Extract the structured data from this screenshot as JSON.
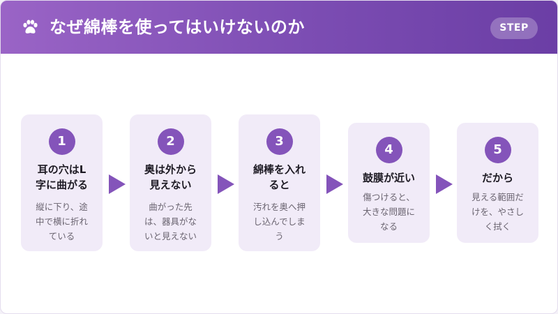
{
  "header": {
    "title": "なぜ綿棒を使ってはいけないのか",
    "badge": "STEP",
    "icon": "paw-icon"
  },
  "steps": [
    {
      "number": "1",
      "title_line1": "耳の穴はL",
      "title_line2": "字に曲がる",
      "desc_line1": "縦に下り、途",
      "desc_line2": "中で横に折れ",
      "desc_line3": "ている"
    },
    {
      "number": "2",
      "title_line1": "奥は外から",
      "title_line2": "見えない",
      "desc_line1": "曲がった先",
      "desc_line2": "は、器具がな",
      "desc_line3": "いと見えない"
    },
    {
      "number": "3",
      "title_line1": "綿棒を入れ",
      "title_line2": "ると",
      "desc_line1": "汚れを奥へ押",
      "desc_line2": "し込んでしま",
      "desc_line3": "う"
    },
    {
      "number": "4",
      "title_line1": "鼓膜が近い",
      "title_line2": "",
      "desc_line1": "傷つけると、",
      "desc_line2": "大きな問題に",
      "desc_line3": "なる"
    },
    {
      "number": "5",
      "title_line1": "だから",
      "title_line2": "",
      "desc_line1": "見える範囲だ",
      "desc_line2": "けを、やさし",
      "desc_line3": "く拭く"
    }
  ],
  "colors": {
    "header_gradient_start": "#9a64c6",
    "header_gradient_end": "#6b3ea5",
    "accent": "#8454ba",
    "card_background": "#f1ebf8"
  }
}
